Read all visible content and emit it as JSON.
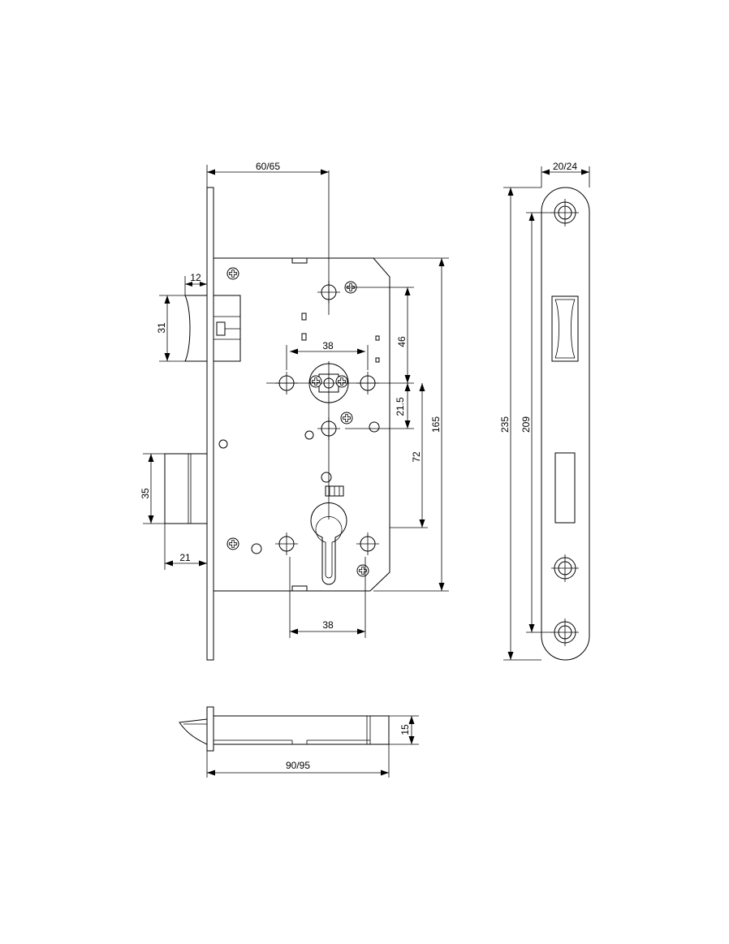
{
  "diagram": {
    "stroke_color": "#000000",
    "background": "#ffffff",
    "dimensions": {
      "backset": "60/65",
      "latch_width": "12",
      "latch_height": "31",
      "handle_screw_spacing": "38",
      "follower_to_top_screw": "46",
      "follower_to_second_screw": "21.5",
      "case_height": "165",
      "follower_to_cylinder": "72",
      "deadbolt_height": "35",
      "deadbolt_throw": "21",
      "cylinder_screw_spacing": "38",
      "faceplate_width": "20/24",
      "faceplate_length": "235",
      "faceplate_screw_spacing": "209",
      "case_thickness": "15",
      "case_depth": "90/95"
    }
  }
}
